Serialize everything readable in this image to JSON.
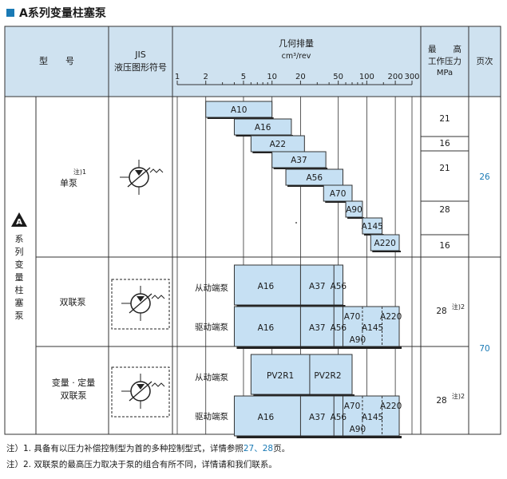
{
  "title": "A系列变量柱塞泵",
  "colors": {
    "title_square": "#1a7ab5",
    "header_bg": "#cfe2f0",
    "bar_fill": "#c6e0f3",
    "line": "#333333",
    "link": "#1a7ab5",
    "series_badge": "#1a1a1a"
  },
  "header": {
    "model": "型　　号",
    "jis_line1": "JIS",
    "jis_line2": "液压图形符号",
    "disp_title": "几何排量",
    "disp_unit": "cm³/rev",
    "ticks": [
      "1",
      "2",
      "5",
      "10",
      "20",
      "50",
      "100",
      "200",
      "300"
    ],
    "pressure_line1": "最　　高",
    "pressure_line2": "工作压力",
    "pressure_line3": "MPa",
    "page": "页次"
  },
  "series_badge": "A",
  "series_text": [
    "系",
    "列",
    "变",
    "量",
    "柱",
    "塞",
    "泵"
  ],
  "single": {
    "label": "单泵",
    "note": "注)1",
    "bars": [
      {
        "name": "A10",
        "from": 2,
        "to": 10
      },
      {
        "name": "A16",
        "from": 4,
        "to": 16
      },
      {
        "name": "A22",
        "from": 6,
        "to": 22
      },
      {
        "name": "A37",
        "from": 10,
        "to": 37
      },
      {
        "name": "A56",
        "from": 14,
        "to": 56
      },
      {
        "name": "A70",
        "from": 35,
        "to": 70
      },
      {
        "name": "A90",
        "from": 60,
        "to": 90
      },
      {
        "name": "A145",
        "from": 90,
        "to": 145
      },
      {
        "name": "A220",
        "from": 110,
        "to": 220
      }
    ],
    "pressures": [
      "21",
      "16",
      "21",
      "28",
      "16"
    ],
    "page_ref": "26"
  },
  "tandem": {
    "label": "双联泵",
    "driven_label": "从动端泵",
    "drive_label": "驱动端泵",
    "driven_cells": [
      "A16",
      "A37",
      "A56"
    ],
    "drive_cells": [
      "A16",
      "A37",
      "A56",
      "A70",
      "A145",
      "A90",
      "A220"
    ],
    "pressure": "28",
    "pressure_note": "注)2"
  },
  "combo": {
    "label_line1": "变量 · 定量",
    "label_line2": "双联泵",
    "driven_label": "从动端泵",
    "drive_label": "驱动端泵",
    "driven_cells": [
      "PV2R1",
      "PV2R2"
    ],
    "drive_cells": [
      "A16",
      "A37",
      "A56",
      "A70",
      "A145",
      "A90",
      "A220"
    ],
    "pressure": "28",
    "pressure_note": "注)2"
  },
  "pair_page_ref": "70",
  "notes": {
    "n1_prefix": "注）1. 具备有以压力补偿控制型为首的多种控制型式，详情参照",
    "n1_link1": "27",
    "n1_sep": "、",
    "n1_link2": "28",
    "n1_suffix": "页。",
    "n2": "注）2. 双联泵的最高压力取决于泵的组合有所不同，详情请和我们联系。"
  }
}
